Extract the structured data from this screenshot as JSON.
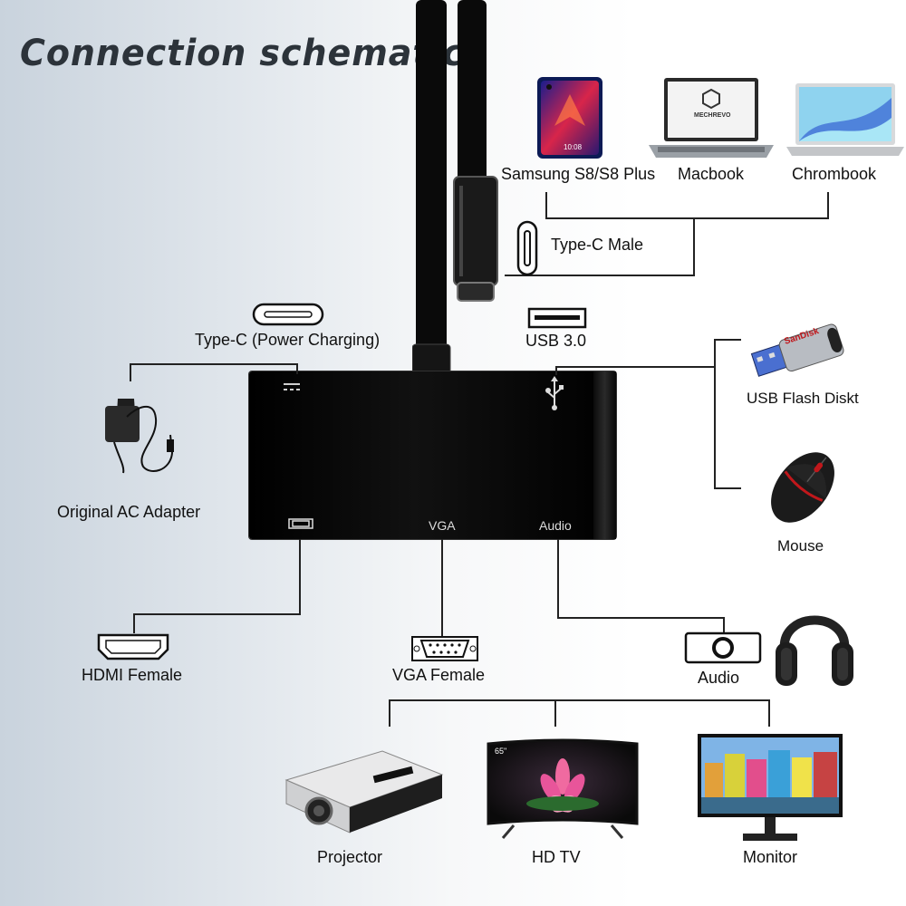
{
  "title": "Connection schematic",
  "hub": {
    "port_vga": "VGA",
    "port_audio": "Audio"
  },
  "sources": [
    {
      "label": "Samsung S8/S8 Plus"
    },
    {
      "label": "Macbook"
    },
    {
      "label": "Chrombook"
    }
  ],
  "phone_screen_text": "10:08",
  "laptop_logo_text": "MECHREVO",
  "connectors": {
    "type_c_male": "Type-C Male",
    "type_c_power": "Type-C (Power Charging)",
    "usb3": "USB 3.0",
    "hdmi_female": "HDMI Female",
    "vga_female": "VGA Female",
    "audio": "Audio"
  },
  "devices": {
    "ac_adapter": "Original AC Adapter",
    "usb_flash": "USB Flash Diskt",
    "usb_flash_brand": "SanDisk",
    "mouse": "Mouse",
    "projector": "Projector",
    "hdtv": "HD TV",
    "tv_badge": "65\"",
    "monitor": "Monitor"
  },
  "colors": {
    "hub": "#050505",
    "line": "#222222",
    "background_left": "#c9d3dd",
    "mouse_accent": "#c0171b",
    "usb_drive_body": "#b8bcc2"
  }
}
